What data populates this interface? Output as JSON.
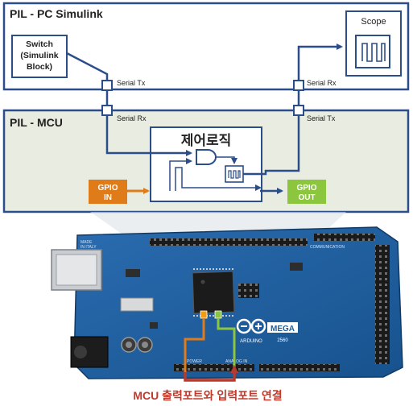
{
  "pc": {
    "title": "PIL - PC Simulink",
    "switch_lines": [
      "Switch",
      "(Simulink",
      "Block)"
    ],
    "scope_label": "Scope",
    "port_tx_label": "Serial Tx",
    "port_rx_label": "Serial Rx"
  },
  "mcu": {
    "title": "PIL - MCU",
    "port_rx_label": "Serial Rx",
    "port_tx_label": "Serial Tx",
    "logic_title": "제어로직",
    "gpio_in_lines": [
      "GPIO",
      "IN"
    ],
    "gpio_out_lines": [
      "GPIO",
      "OUT"
    ]
  },
  "board": {
    "made_in_lines": [
      "MADE",
      "IN ITALY"
    ],
    "brand_label": "ARDUINO",
    "model_label": "MEGA",
    "model_number": "2560",
    "comm_label": "COMMUNICATION",
    "power_label": "POWER",
    "analog_label": "ANALOG IN"
  },
  "caption": "MCU 출력포트와 입력포트 연결",
  "colors": {
    "frame_blue": "#2b4d8a",
    "mcu_bg": "#e9ece0",
    "gpio_in": "#e07b1a",
    "gpio_out": "#8cc63f",
    "caption_red": "#c0392b",
    "board_blue": "#1f5e9c"
  }
}
